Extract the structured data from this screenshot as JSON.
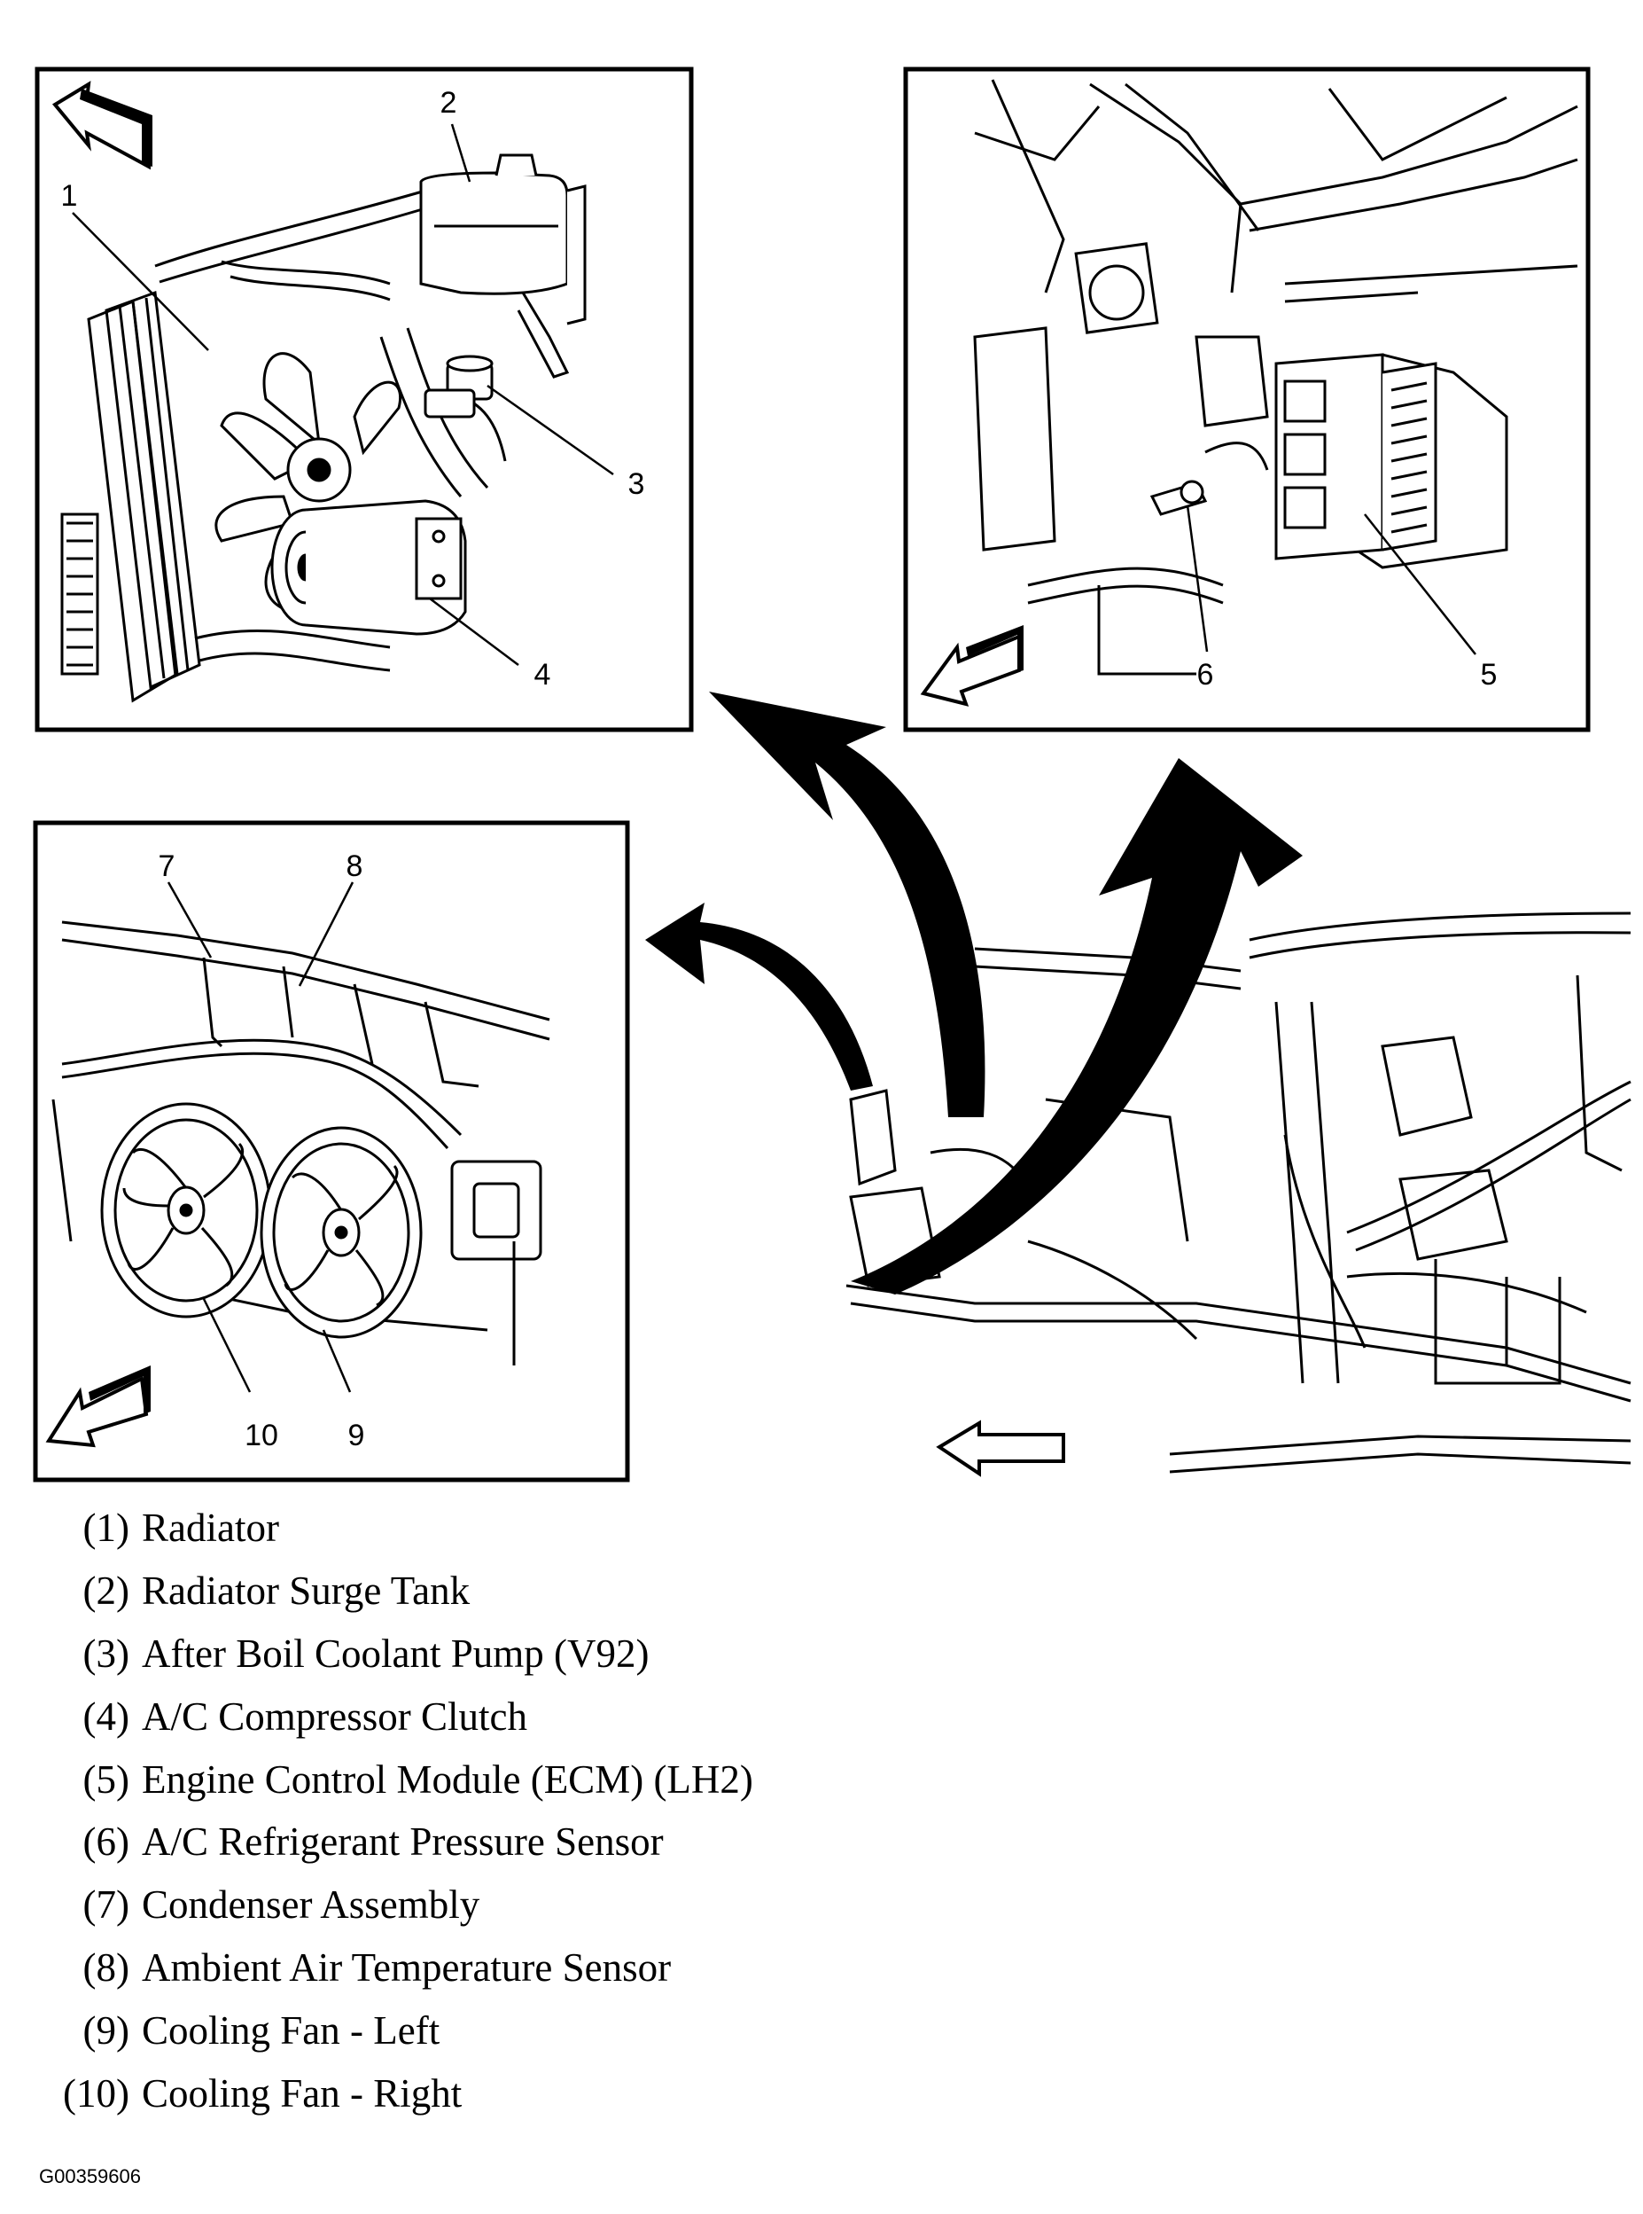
{
  "diagram": {
    "panels": [
      {
        "id": "panel-radiator",
        "callouts": [
          "1",
          "2",
          "3",
          "4"
        ]
      },
      {
        "id": "panel-ecm",
        "callouts": [
          "5",
          "6"
        ]
      },
      {
        "id": "panel-condenser",
        "callouts": [
          "7",
          "8",
          "9",
          "10"
        ]
      }
    ],
    "callouts": {
      "c1": "1",
      "c2": "2",
      "c3": "3",
      "c4": "4",
      "c5": "5",
      "c6": "6",
      "c7": "7",
      "c8": "8",
      "c9": "9",
      "c10": "10"
    }
  },
  "legend": [
    {
      "num": "(1)",
      "text": "Radiator"
    },
    {
      "num": "(2)",
      "text": "Radiator Surge Tank"
    },
    {
      "num": "(3)",
      "text": "After Boil Coolant Pump (V92)"
    },
    {
      "num": "(4)",
      "text": "A/C Compressor Clutch"
    },
    {
      "num": "(5)",
      "text": "Engine Control Module (ECM) (LH2)"
    },
    {
      "num": "(6)",
      "text": "A/C Refrigerant Pressure Sensor"
    },
    {
      "num": "(7)",
      "text": "Condenser Assembly"
    },
    {
      "num": "(8)",
      "text": "Ambient Air Temperature Sensor"
    },
    {
      "num": "(9)",
      "text": "Cooling Fan - Left"
    },
    {
      "num": "(10)",
      "text": "Cooling Fan - Right"
    }
  ],
  "figure_id": "G00359606",
  "colors": {
    "ink": "#000000",
    "paper": "#ffffff"
  }
}
